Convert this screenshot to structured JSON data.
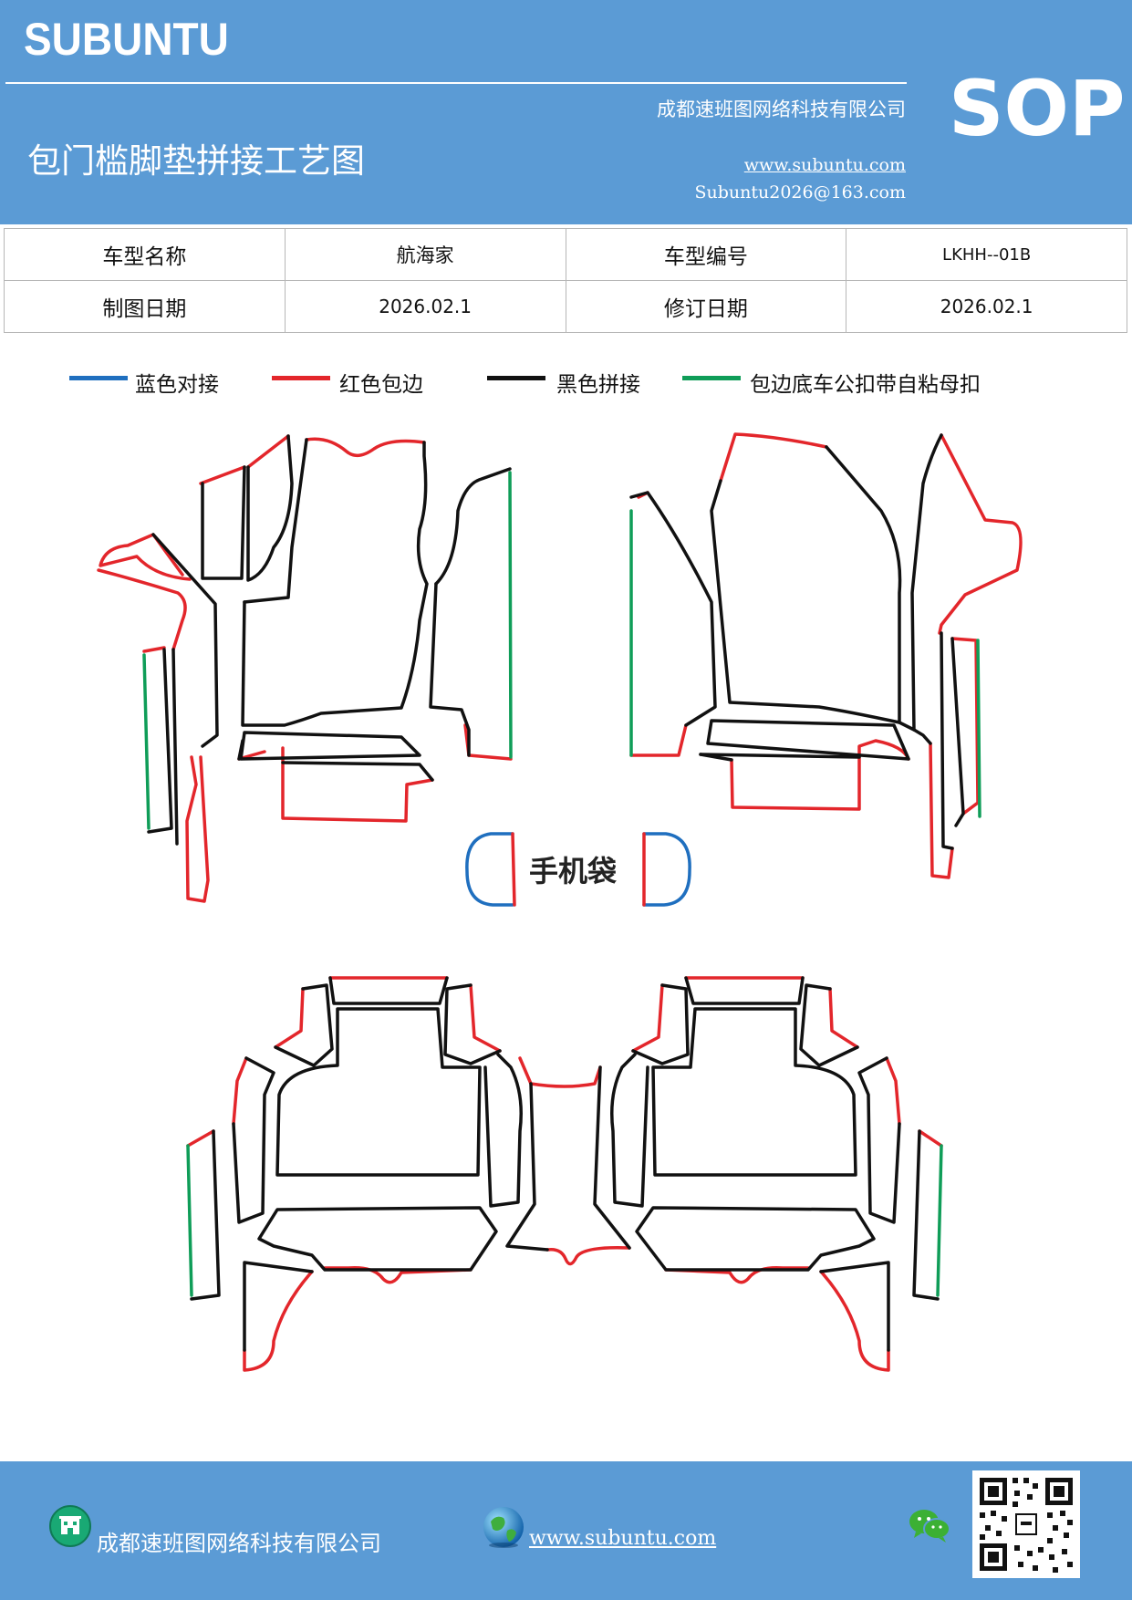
{
  "header": {
    "brand": "SUBUNTU",
    "company": "成都速班图网络科技有限公司",
    "title": "包门槛脚垫拼接工艺图",
    "website": "www.subuntu.com",
    "email": "Subuntu2026@163.com",
    "doc_type": "SOP",
    "bg_color": "#5b9bd5"
  },
  "info_table": {
    "row1": {
      "label1": "车型名称",
      "value1": "航海家",
      "label2": "车型编号",
      "value2": "LKHH--01B"
    },
    "row2": {
      "label1": "制图日期",
      "value1": "2026.02.1",
      "label2": "修订日期",
      "value2": "2026.02.1"
    }
  },
  "legend": [
    {
      "label": "蓝色对接",
      "color": "#1f6fbf"
    },
    {
      "label": "红色包边",
      "color": "#e3262b"
    },
    {
      "label": "黑色拼接",
      "color": "#111111"
    },
    {
      "label": "包边底车公扣带自粘母扣",
      "color": "#0f9d58"
    }
  ],
  "diagram": {
    "phone_bag_label": "手机袋"
  },
  "footer": {
    "company": "成都速班图网络科技有限公司",
    "website": "www.subuntu.com",
    "building_icon": "building-icon",
    "globe_icon": "globe-icon",
    "wechat_icon": "wechat-icon"
  }
}
